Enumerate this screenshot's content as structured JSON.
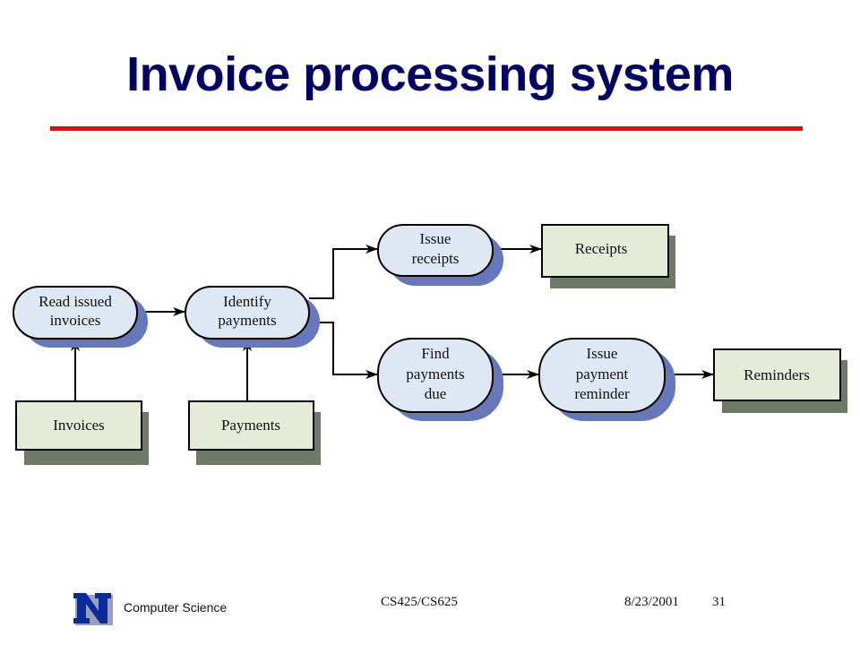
{
  "title": "Invoice processing system",
  "colors": {
    "title": "#000066",
    "rule": "#ff0000",
    "process_fill": "#dde8f4",
    "process_shadow": "#6677bb",
    "store_fill": "#e4ecd8",
    "store_shadow": "#707868"
  },
  "nodes": {
    "read_invoices": [
      "Read issued",
      "invoices"
    ],
    "identify_payments": [
      "Identify",
      "payments"
    ],
    "issue_receipts": [
      "Issue",
      "receipts"
    ],
    "find_payments_due": [
      "Find",
      "payments",
      "due"
    ],
    "issue_reminder": [
      "Issue",
      "payment",
      "reminder"
    ],
    "invoices": "Invoices",
    "payments": "Payments",
    "receipts": "Receipts",
    "reminders": "Reminders"
  },
  "footer": {
    "org": "Computer Science",
    "course": "CS425/CS625",
    "date": "8/23/2001",
    "page": "31",
    "logo_letter": "N"
  }
}
